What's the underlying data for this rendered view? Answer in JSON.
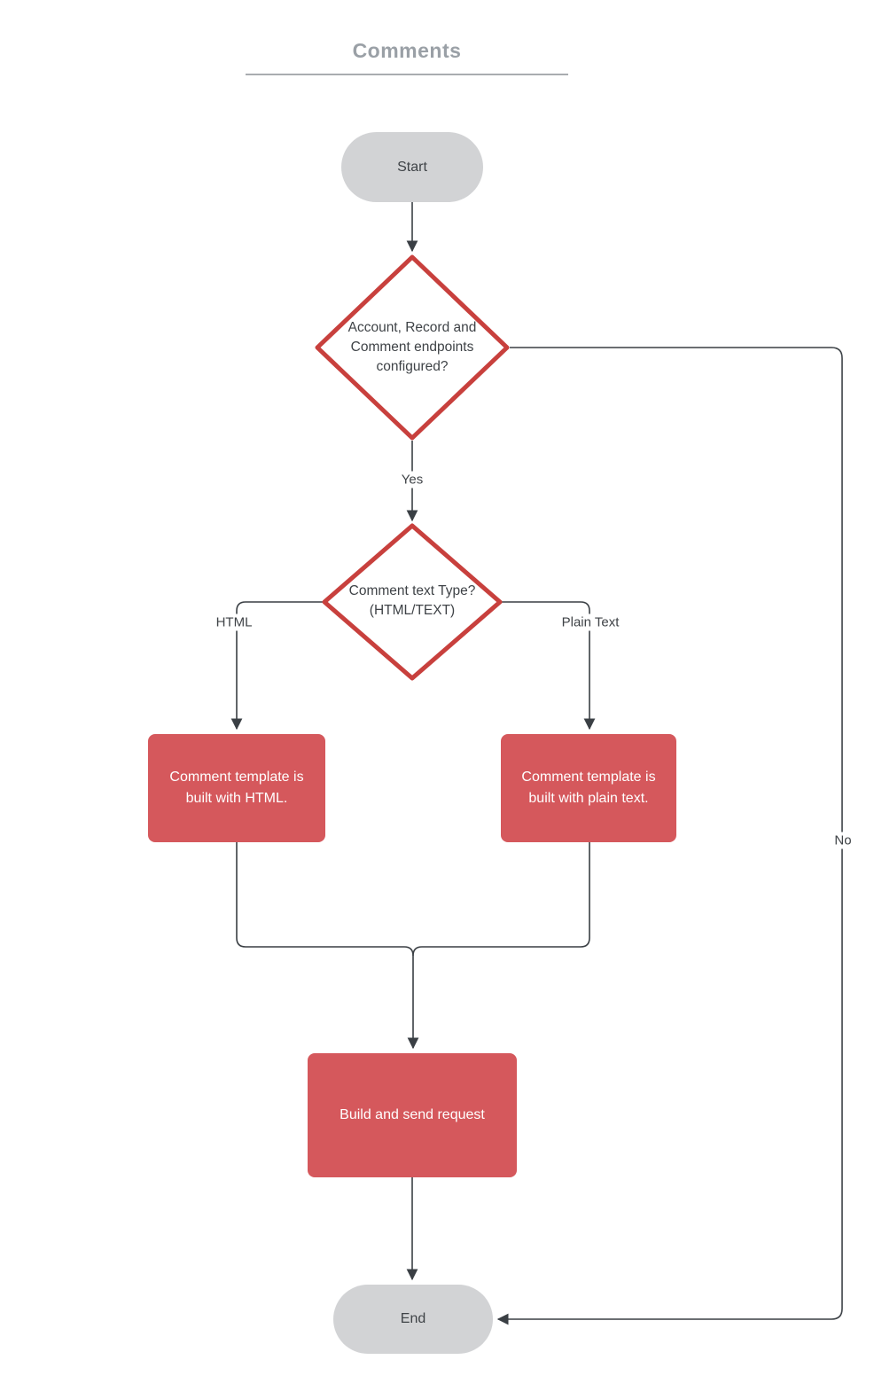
{
  "title": {
    "text": "Comments"
  },
  "nodes": {
    "start": {
      "label": "Start",
      "type": "terminator"
    },
    "decision_endpoints": {
      "label": "Account, Record and Comment endpoints configured?",
      "type": "decision"
    },
    "decision_text_type": {
      "label": "Comment text Type? (HTML/TEXT)",
      "type": "decision"
    },
    "html_template": {
      "label": "Comment  template is built with HTML.",
      "type": "process"
    },
    "plain_template": {
      "label": "Comment  template is built with plain text.",
      "type": "process"
    },
    "build_send": {
      "label": "Build and send request",
      "type": "process"
    },
    "end": {
      "label": "End",
      "type": "terminator"
    }
  },
  "edge_labels": {
    "yes": "Yes",
    "no": "No",
    "html": "HTML",
    "plain_text": "Plain Text"
  },
  "colors": {
    "process_fill": "#d5585c",
    "process_text": "#ffffff",
    "decision_stroke": "#c8403d",
    "decision_fill": "#ffffff",
    "terminator_fill": "#d2d3d5",
    "node_text": "#3f4347",
    "connector": "#3a3f44",
    "title_text": "#9aa0a6",
    "title_underline": "#a9acb0"
  }
}
